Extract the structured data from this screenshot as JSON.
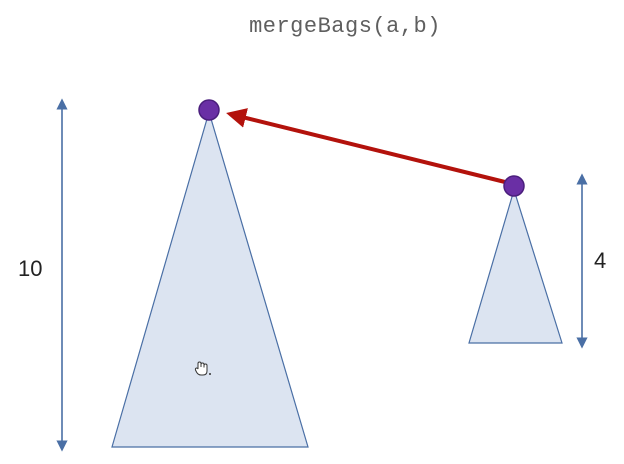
{
  "slide": {
    "title": "mergeBags(a,b)"
  },
  "diagram": {
    "bag_a": {
      "height_label": "10"
    },
    "bag_b": {
      "height_label": "4"
    }
  },
  "colors": {
    "triangle_fill": "#dce4f1",
    "triangle_stroke": "#4a6fa5",
    "root_node": "#6a2fa5",
    "root_node_stroke": "#4b1f7d",
    "link_arrow": "#b3120c",
    "height_arrow": "#4a6fa5"
  },
  "icons": {
    "cursor": "hand-cursor-icon"
  }
}
